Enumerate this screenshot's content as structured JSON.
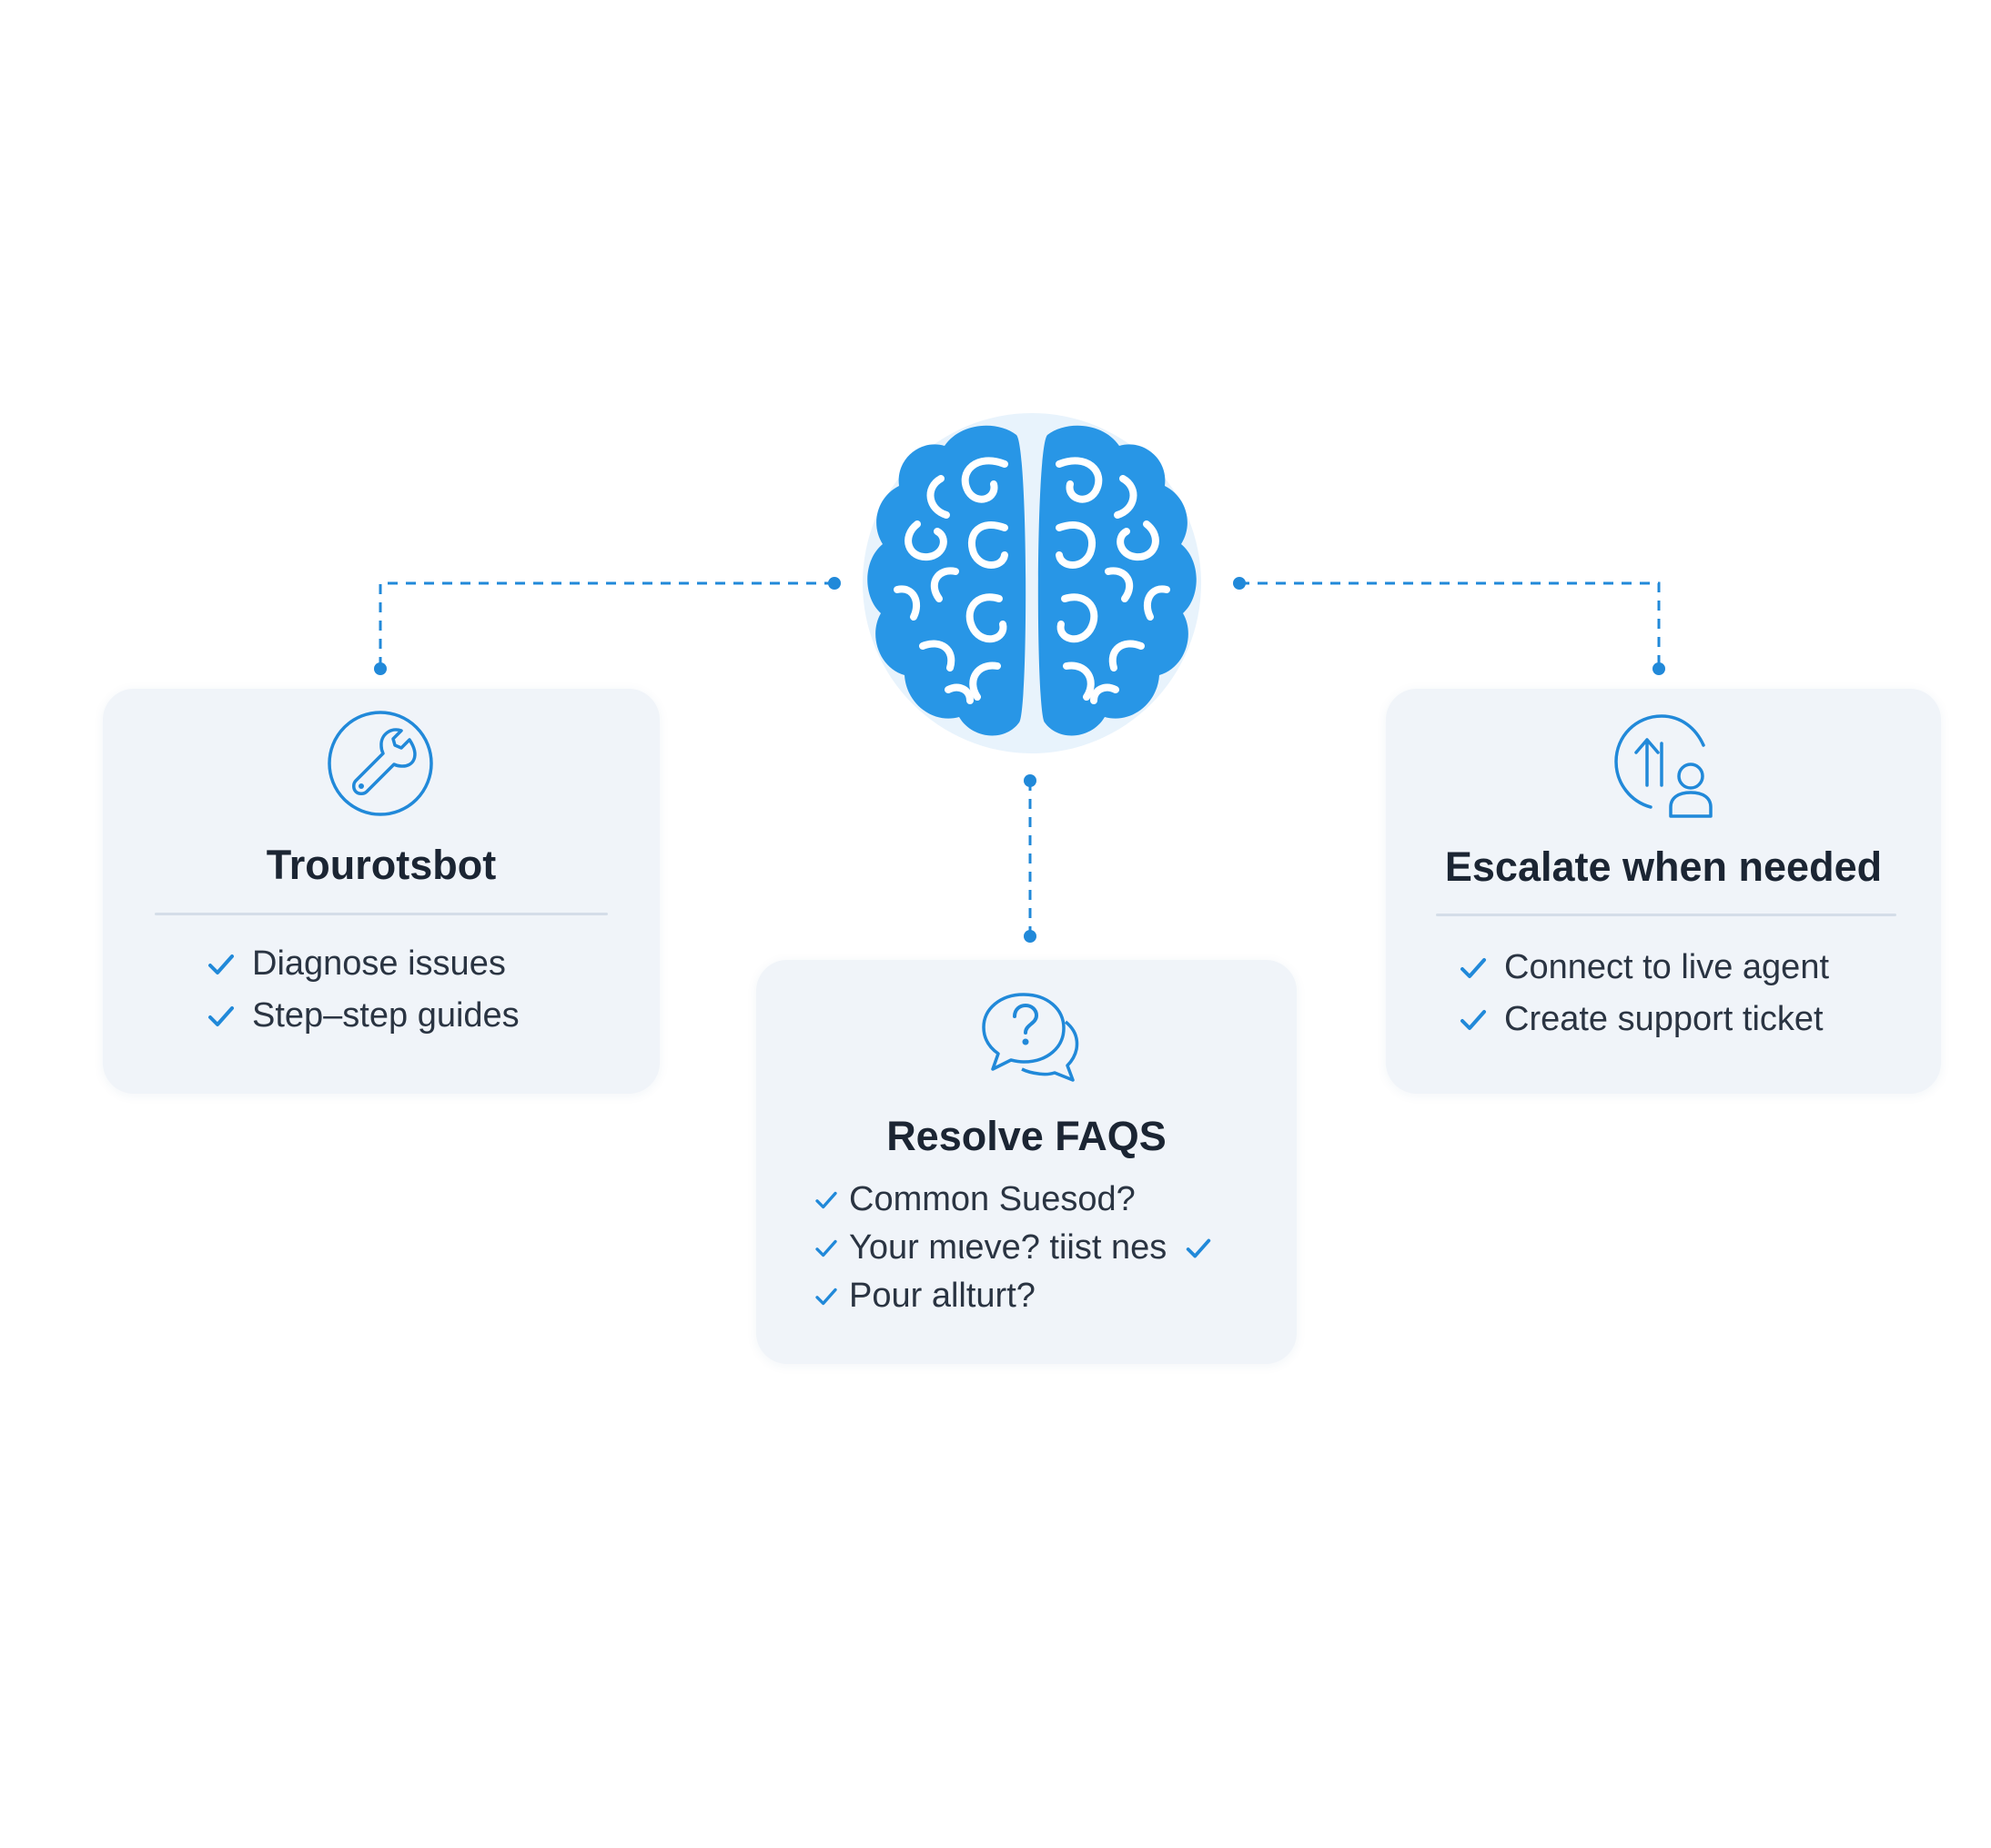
{
  "colors": {
    "accent": "#2189d9",
    "brain": "#2896e6",
    "card_bg": "#f0f4f9",
    "text": "#1b2533"
  },
  "center": {
    "icon": "brain-icon"
  },
  "cards": {
    "left": {
      "icon": "wrench-icon",
      "title": "Trourotsbot",
      "items": [
        "Diagnose issues",
        "Step–step guides"
      ]
    },
    "middle": {
      "icon": "chat-question-icon",
      "title": "Resolve FAQS",
      "items": [
        "Common Suesod?",
        "Your mιeve? tiist nes",
        "Pour allturt?"
      ]
    },
    "right": {
      "icon": "escalate-user-icon",
      "title": "Escalate when needed",
      "items": [
        "Connect to live agent",
        "Create support ticket"
      ]
    }
  }
}
